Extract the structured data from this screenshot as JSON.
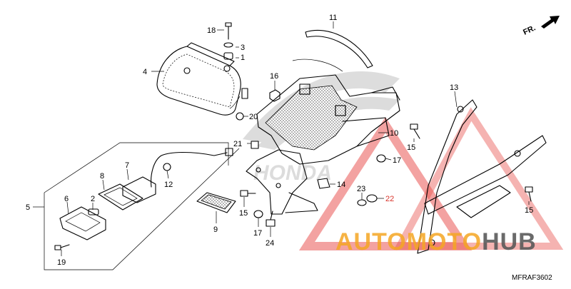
{
  "diagram": {
    "direction_label": "FR.",
    "code": "MFRAF3602",
    "callouts": [
      {
        "num": "1"
      },
      {
        "num": "3"
      },
      {
        "num": "18"
      },
      {
        "num": "4"
      },
      {
        "num": "11"
      },
      {
        "num": "16"
      },
      {
        "num": "20"
      },
      {
        "num": "10"
      },
      {
        "num": "21"
      },
      {
        "num": "13"
      },
      {
        "num": "15"
      },
      {
        "num": "17"
      },
      {
        "num": "5"
      },
      {
        "num": "7"
      },
      {
        "num": "8"
      },
      {
        "num": "6"
      },
      {
        "num": "2"
      },
      {
        "num": "12"
      },
      {
        "num": "14"
      },
      {
        "num": "23"
      },
      {
        "num": "22"
      },
      {
        "num": "15"
      },
      {
        "num": "9"
      },
      {
        "num": "17"
      },
      {
        "num": "24"
      },
      {
        "num": "19"
      },
      {
        "num": "15"
      }
    ]
  },
  "watermark": {
    "text_part1": "AUTOMOTO",
    "text_part2": "HUB",
    "brand_letters": "HONDA",
    "colors": {
      "red": "#e53935",
      "orange": "#f5a623",
      "gray": "#5a5a5a"
    }
  }
}
